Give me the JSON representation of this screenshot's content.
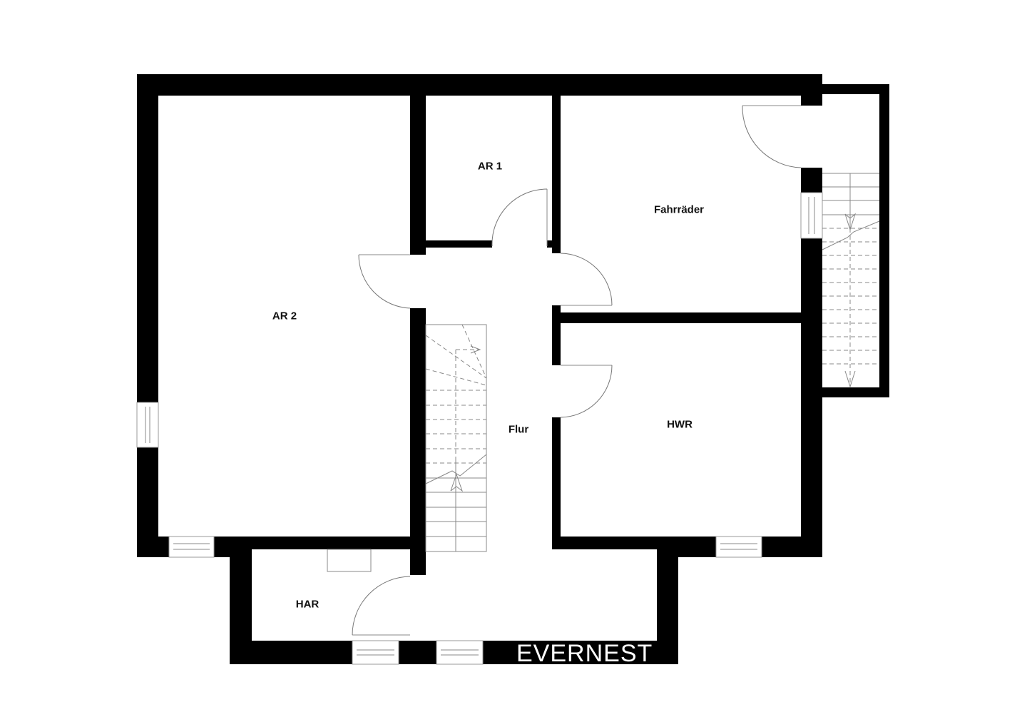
{
  "floorplan": {
    "rooms": [
      {
        "id": "ar2",
        "label": "AR 2"
      },
      {
        "id": "ar1",
        "label": "AR 1"
      },
      {
        "id": "fahrraeder",
        "label": "Fahrräder"
      },
      {
        "id": "hwr",
        "label": "HWR"
      },
      {
        "id": "flur",
        "label": "Flur"
      },
      {
        "id": "har",
        "label": "HAR"
      }
    ],
    "brand": "EVERNEST",
    "colors": {
      "wall": "#000000",
      "background": "#ffffff",
      "lines": "#888888"
    }
  }
}
